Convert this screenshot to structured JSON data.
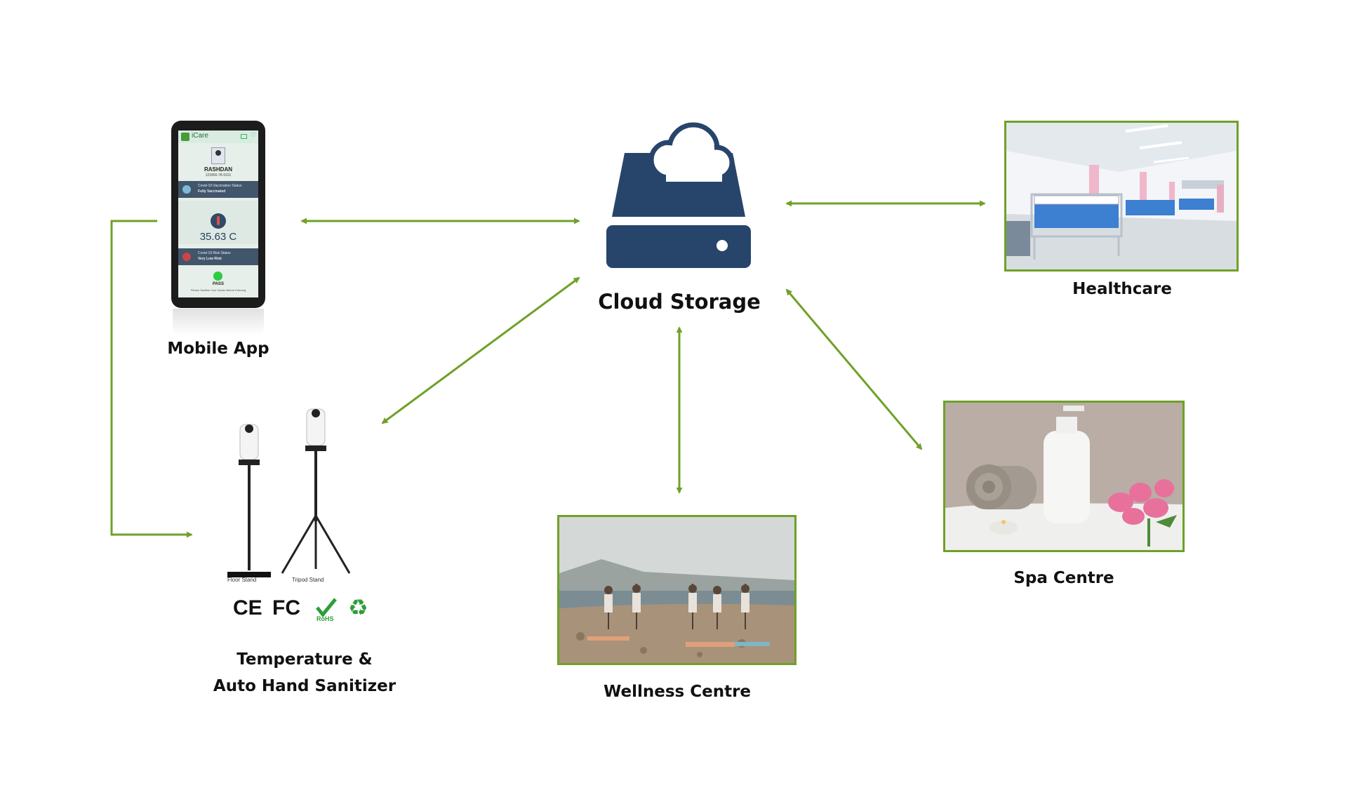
{
  "nodes": {
    "mobile_app": "Mobile App",
    "cloud_storage": "Cloud Storage",
    "healthcare": "Healthcare",
    "spa_centre": "Spa Centre",
    "wellness_centre": "Wellness Centre",
    "sanitizer_line1": "Temperature &",
    "sanitizer_line2": "Auto Hand Sanitizer"
  },
  "phone_screen": {
    "app_name": "iCare",
    "user_name": "RASHDAN",
    "user_id": "123456-78-9101",
    "vaccination_label": "Covid-19 Vaccination Status",
    "vaccination_value": "Fully Vaccinated",
    "temperature": "35.63 C",
    "risk_label": "Covid-19 Risk Status",
    "risk_value": "Very Low Risk",
    "result": "PASS",
    "result_note": "Please Sanitise Your Hands Before Entering"
  },
  "sanitizer": {
    "floor_stand": "Floor Stand",
    "tripod_stand": "Tripod Stand",
    "certifications": [
      "CE",
      "FC",
      "RoHS",
      "♻"
    ]
  },
  "colors": {
    "arrow": "#6fa127",
    "cloud_icon": "#27456b",
    "frame_border": "#6fa127"
  },
  "icons": [
    "phone-device",
    "cloud-storage-icon",
    "hospital-ward-photo",
    "spa-photo",
    "yoga-beach-photo",
    "sanitizer-device"
  ]
}
